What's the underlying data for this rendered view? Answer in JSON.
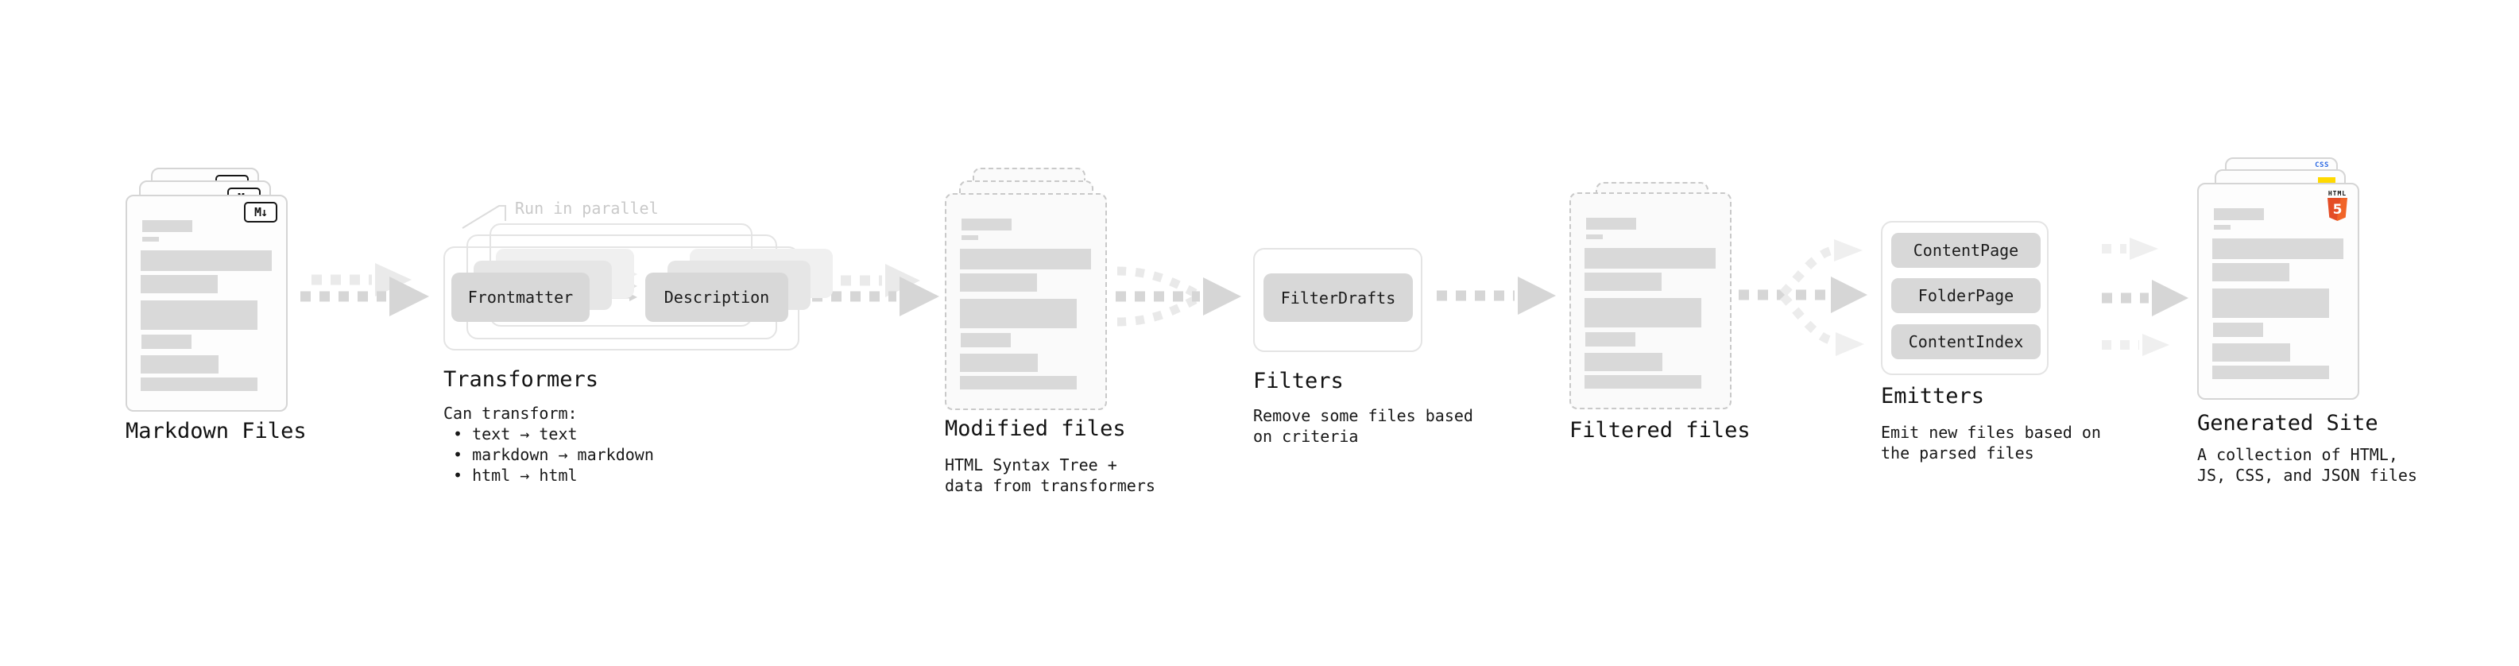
{
  "stages": {
    "markdown": {
      "title": "Markdown Files",
      "badge": "M↓"
    },
    "transformers": {
      "title": "Transformers",
      "annotation": "Run in parallel",
      "pill_frontmatter": "Frontmatter",
      "pill_description": "Description",
      "desc_heading": "Can transform:",
      "bullets": [
        "• text → text",
        "• markdown → markdown",
        "• html → html"
      ]
    },
    "modified": {
      "title": "Modified files",
      "desc": [
        "HTML Syntax Tree +",
        "data from transformers"
      ]
    },
    "filters": {
      "title": "Filters",
      "pill": "FilterDrafts",
      "desc": [
        "Remove some files based",
        "on criteria"
      ]
    },
    "filtered": {
      "title": "Filtered files"
    },
    "emitters": {
      "title": "Emitters",
      "pills": [
        "ContentPage",
        "FolderPage",
        "ContentIndex"
      ],
      "desc": [
        "Emit new files based on",
        "the parsed files"
      ]
    },
    "generated": {
      "title": "Generated Site",
      "css_badge": "CSS",
      "html_badge_label": "HTML",
      "html_badge_number": "5",
      "desc": [
        "A collection of HTML,",
        "JS, CSS, and JSON files"
      ]
    }
  },
  "colors": {
    "background": "#ffffff",
    "bar_gray": "#d9d9d9",
    "arrow_gray": "#d6d6d6",
    "arrow_light": "#eaeaea",
    "pill_gray": "#d8d8d8",
    "annotation_gray": "#c9c9c9",
    "css_blue": "#2d6ae3",
    "js_yellow": "#ffd900",
    "html_orange": "#e44d26",
    "html_orange_light": "#f16529"
  }
}
